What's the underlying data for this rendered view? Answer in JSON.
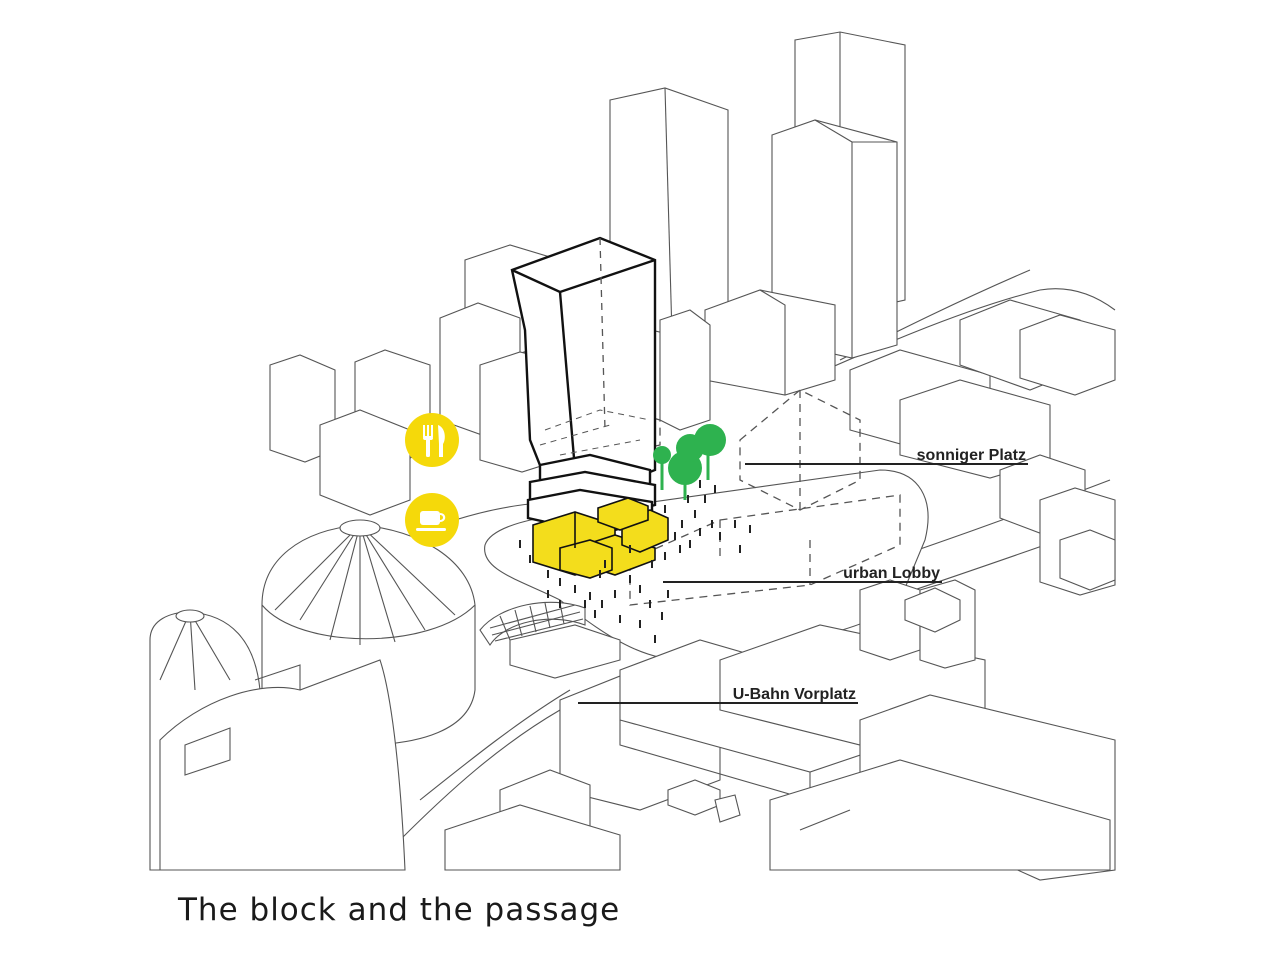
{
  "caption": "The block and the passage",
  "labels": {
    "sonniger_platz": "sonniger Platz",
    "urban_lobby": "urban Lobby",
    "u_bahn_vorplatz": "U-Bahn Vorplatz"
  },
  "icons": {
    "restaurant": "cutlery-icon",
    "cafe": "coffee-cup-icon"
  },
  "colors": {
    "accent_yellow": "#f3dd1c",
    "icon_yellow": "#f5d90a",
    "tree_green": "#2eb24f",
    "line": "#222222"
  }
}
